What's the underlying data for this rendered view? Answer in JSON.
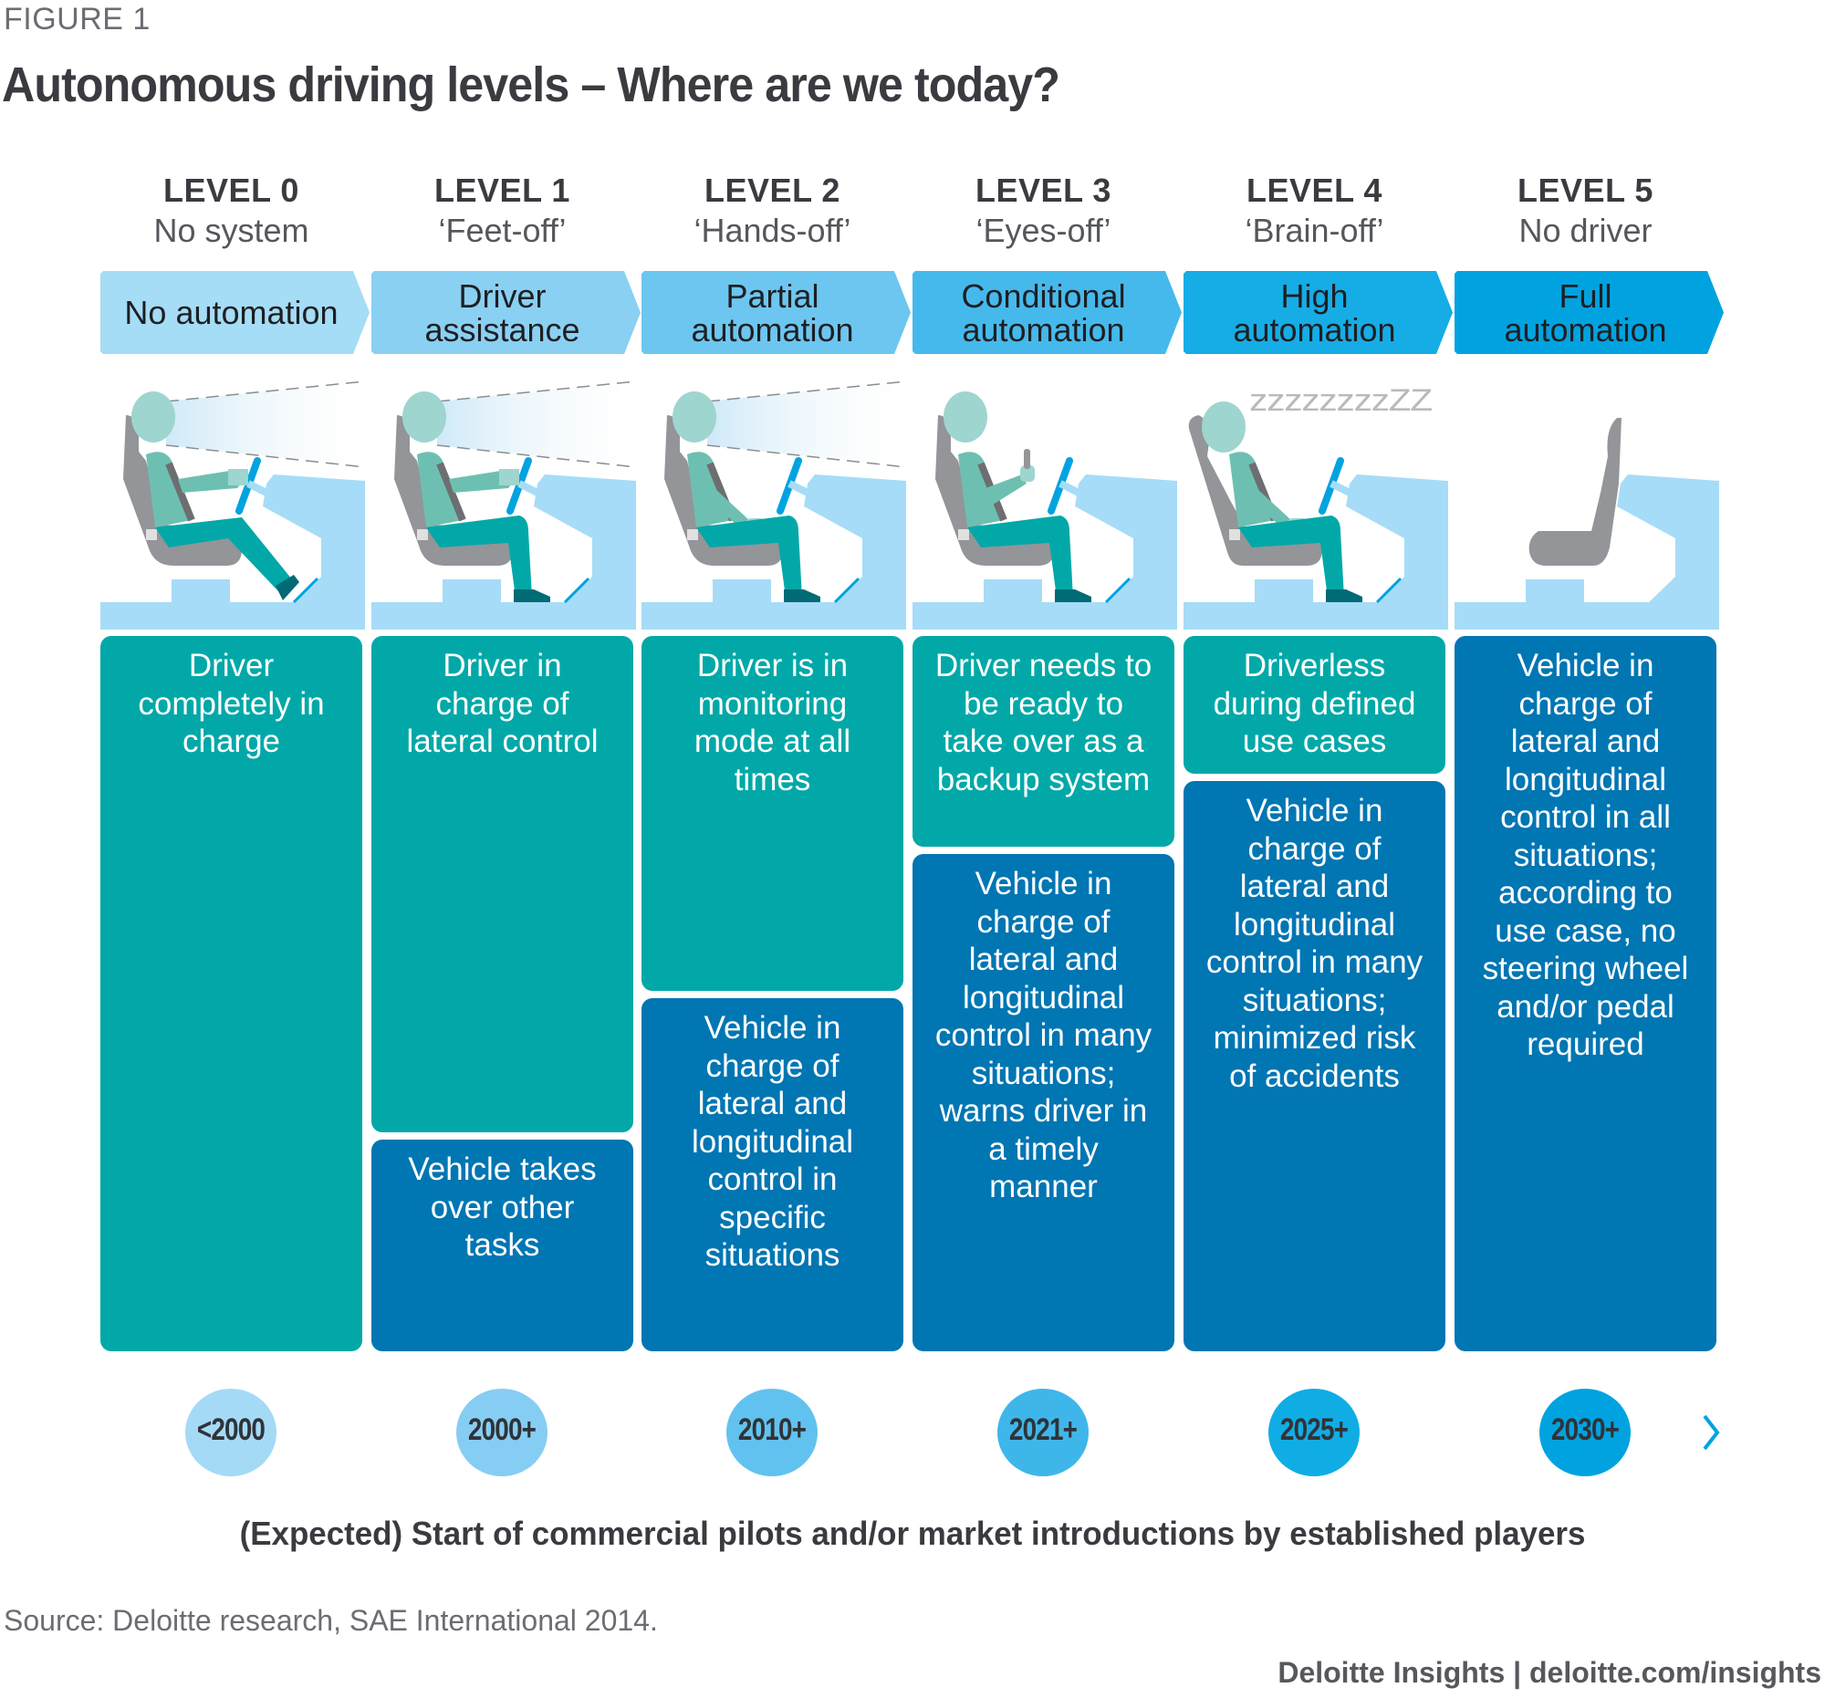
{
  "figure_label": "FIGURE 1",
  "title": "Autonomous driving levels – Where are we today?",
  "colors": {
    "driver_teal": "#02a8a8",
    "vehicle_blue": "#0076b3",
    "chevron_gradient": [
      "#a5dcf6",
      "#8ad0f3",
      "#6cc6f0",
      "#45b9ec",
      "#16ace6",
      "#00a3e0"
    ],
    "timeline_circles": [
      "#a4daf6",
      "#86cdf3",
      "#62c2ef",
      "#3fb6ea",
      "#10ade5",
      "#00a3e0"
    ],
    "text_dark": "#3a3b40"
  },
  "levels": [
    {
      "level": "LEVEL 0",
      "nickname": "No system",
      "automation": "No automation",
      "illustration": "driver-seated-hands-on-wheel-foot-on-pedal-eyes-on-road-icon",
      "driver_text": "Driver\ncompletely in\ncharge",
      "vehicle_text": null,
      "year": "<2000"
    },
    {
      "level": "LEVEL 1",
      "nickname": "‘Feet-off’",
      "automation": "Driver\nassistance",
      "illustration": "driver-seated-hands-on-wheel-feet-off-eyes-on-road-icon",
      "driver_text": "Driver in\ncharge of\nlateral control",
      "vehicle_text": "Vehicle takes\nover other\ntasks",
      "year": "2000+"
    },
    {
      "level": "LEVEL 2",
      "nickname": "‘Hands-off’",
      "automation": "Partial\nautomation",
      "illustration": "driver-seated-hands-off-eyes-on-road-icon",
      "driver_text": "Driver is in\nmonitoring\nmode at all\ntimes",
      "vehicle_text": "Vehicle in\ncharge of\nlateral and\nlongitudinal\ncontrol in\nspecific\nsituations",
      "year": "2010+"
    },
    {
      "level": "LEVEL 3",
      "nickname": "‘Eyes-off’",
      "automation": "Conditional\nautomation",
      "illustration": "driver-seated-looking-at-phone-icon",
      "driver_text": "Driver needs to\nbe ready to\ntake over as a\nbackup system",
      "vehicle_text": "Vehicle in\ncharge of\nlateral and\nlongitudinal\ncontrol in many\nsituations;\nwarns driver in\na timely\nmanner",
      "year": "2021+"
    },
    {
      "level": "LEVEL 4",
      "nickname": "‘Brain-off’",
      "automation": "High\nautomation",
      "illustration": "driver-sleeping-icon",
      "sleep_text": "zzzzzzzzZZ",
      "driver_text": "Driverless\nduring defined\nuse cases",
      "vehicle_text": "Vehicle in\ncharge of\nlateral and\nlongitudinal\ncontrol in many\nsituations;\nminimized risk\nof accidents",
      "year": "2025+"
    },
    {
      "level": "LEVEL 5",
      "nickname": "No driver",
      "automation": "Full\nautomation",
      "illustration": "empty-seat-no-wheel-icon",
      "driver_text": null,
      "vehicle_text": "Vehicle in\ncharge of\nlateral and\nlongitudinal\ncontrol in all\nsituations;\naccording to\nuse case, no\nsteering wheel\nand/or pedal\nrequired",
      "year": "2030+"
    }
  ],
  "responsibility_split": {
    "description": "Share of each column occupied by driver (teal) vs vehicle (blue) responsibility",
    "driver_share": [
      1.0,
      0.7,
      0.5,
      0.3,
      0.2,
      0.0
    ]
  },
  "timeline": {
    "icon": "dashed-arrow-right-icon",
    "caption": "(Expected) Start of commercial pilots and/or market introductions by established players"
  },
  "source": "Source: Deloitte research, SAE International 2014.",
  "credit": "Deloitte Insights | deloitte.com/insights"
}
